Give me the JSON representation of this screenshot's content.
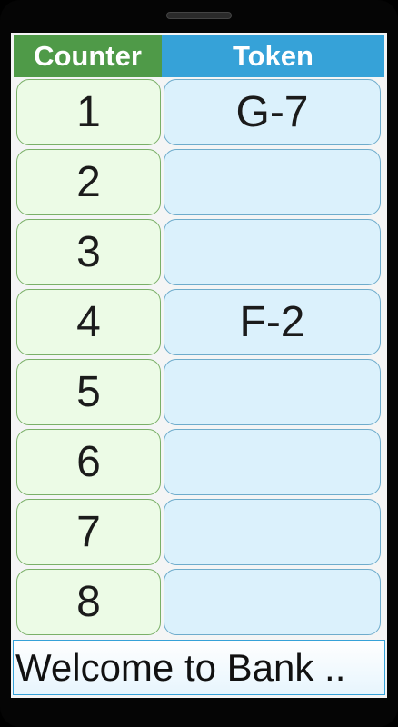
{
  "header": {
    "counter_label": "Counter",
    "token_label": "Token"
  },
  "rows": [
    {
      "counter": "1",
      "token": "G-7"
    },
    {
      "counter": "2",
      "token": ""
    },
    {
      "counter": "3",
      "token": ""
    },
    {
      "counter": "4",
      "token": "F-2"
    },
    {
      "counter": "5",
      "token": ""
    },
    {
      "counter": "6",
      "token": ""
    },
    {
      "counter": "7",
      "token": ""
    },
    {
      "counter": "8",
      "token": ""
    }
  ],
  "marquee": {
    "text": "Welcome to Bank .."
  },
  "colors": {
    "counter_header": "#4f9a48",
    "token_header": "#36a2d8",
    "counter_cell": "#ecfbe6",
    "token_cell": "#dbf1fc"
  }
}
